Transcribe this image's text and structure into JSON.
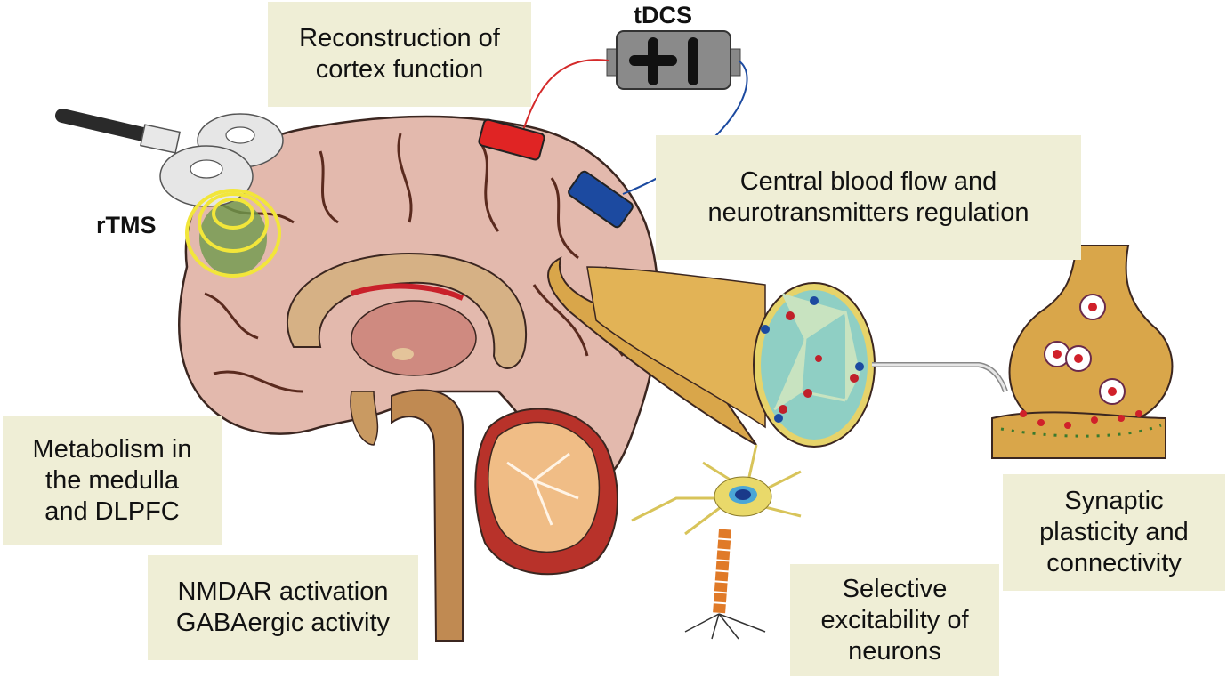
{
  "devices": {
    "rtms_label": "rTMS",
    "tdcs_label": "tDCS"
  },
  "effects": [
    {
      "id": "cortex",
      "lines": [
        "Reconstruction of",
        "cortex function"
      ]
    },
    {
      "id": "blood-flow",
      "lines": [
        "Central blood flow and",
        "neurotransmitters regulation"
      ]
    },
    {
      "id": "metabolism",
      "lines": [
        "Metabolism in",
        "the medulla",
        "and DLPFC"
      ]
    },
    {
      "id": "nmdar",
      "lines": [
        "NMDAR activation",
        "GABAergic activity"
      ]
    },
    {
      "id": "excitability",
      "lines": [
        "Selective",
        "excitability of",
        "neurons"
      ]
    },
    {
      "id": "synaptic",
      "lines": [
        "Synaptic",
        "plasticity and",
        "connectivity"
      ]
    }
  ],
  "colors": {
    "label_box": "#efeed6",
    "brain": "#e3b9ad",
    "anode": "#e02424",
    "cathode": "#1c4aa0",
    "nerve": "#d9a64a",
    "coil_field": "#f2e63a"
  }
}
